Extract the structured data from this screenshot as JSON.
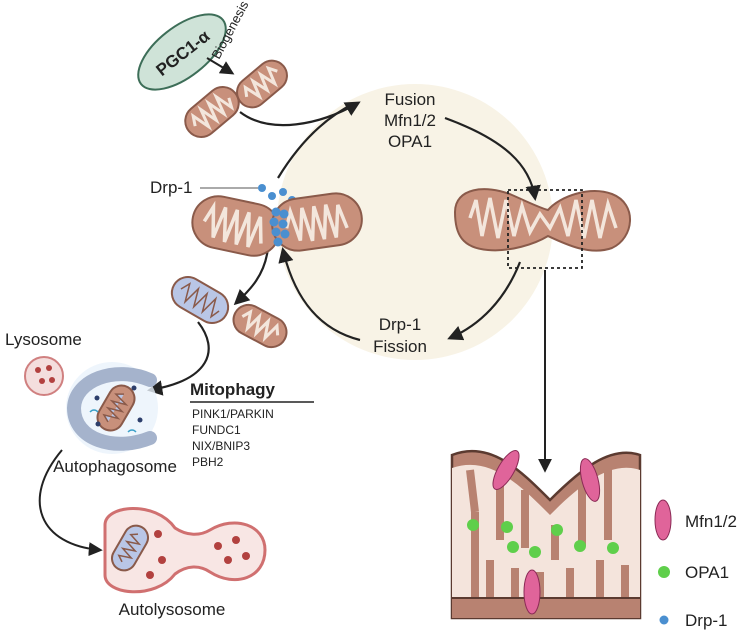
{
  "labels": {
    "pgc": "PGC1-α",
    "biogenesis": "Biogenesis",
    "fusion_title": "Fusion",
    "fusion_mfn": "Mfn1/2",
    "fusion_opa": "OPA1",
    "drp1_callout": "Drp-1",
    "fission_drp": "Drp-1",
    "fission_title": "Fission",
    "lysosome": "Lysosome",
    "mitophagy": "Mitophagy",
    "mitophagy_items": [
      "PINK1/PARKIN",
      "FUNDC1",
      "NIX/BNIP3",
      "PBH2"
    ],
    "autophagosome": "Autophagosome",
    "autolysosome": "Autolysosome"
  },
  "legend": [
    {
      "label": "Mfn1/2",
      "color": "#e0649a"
    },
    {
      "label": "OPA1",
      "color": "#5fcf4b"
    },
    {
      "label": "Drp-1",
      "color": "#4a8fd0"
    }
  ],
  "colors": {
    "mito_fill": "#c8907b",
    "mito_outline": "#8a5a4a",
    "mito_inner": "#f3e6dc",
    "cycle_bg": "#f8f3e6",
    "pgc_fill": "#cfe3d8",
    "pgc_outline": "#3d6e58"
  }
}
